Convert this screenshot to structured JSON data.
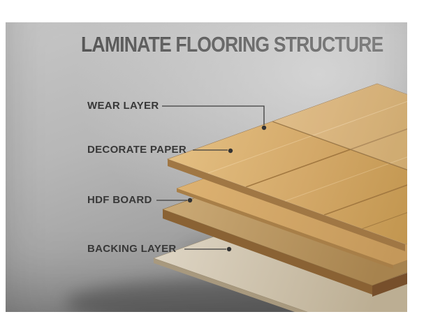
{
  "title": "LAMINATE FLOORING STRUCTURE",
  "labels": [
    {
      "id": "wear-layer",
      "text": "WEAR LAYER"
    },
    {
      "id": "decorate-paper",
      "text": "DECORATE PAPER"
    },
    {
      "id": "hdf-board",
      "text": "HDF BOARD"
    },
    {
      "id": "backing-layer",
      "text": "BACKING LAYER"
    }
  ],
  "colors": {
    "wood_front": "#a07744",
    "hdf_front": "#8a6234",
    "hdf_side": "#774f2b",
    "decor_front": "#a87f48",
    "backing_top": "#d9cfbc",
    "backing_front": "#a8997e",
    "leader": "#3d3d3d"
  }
}
